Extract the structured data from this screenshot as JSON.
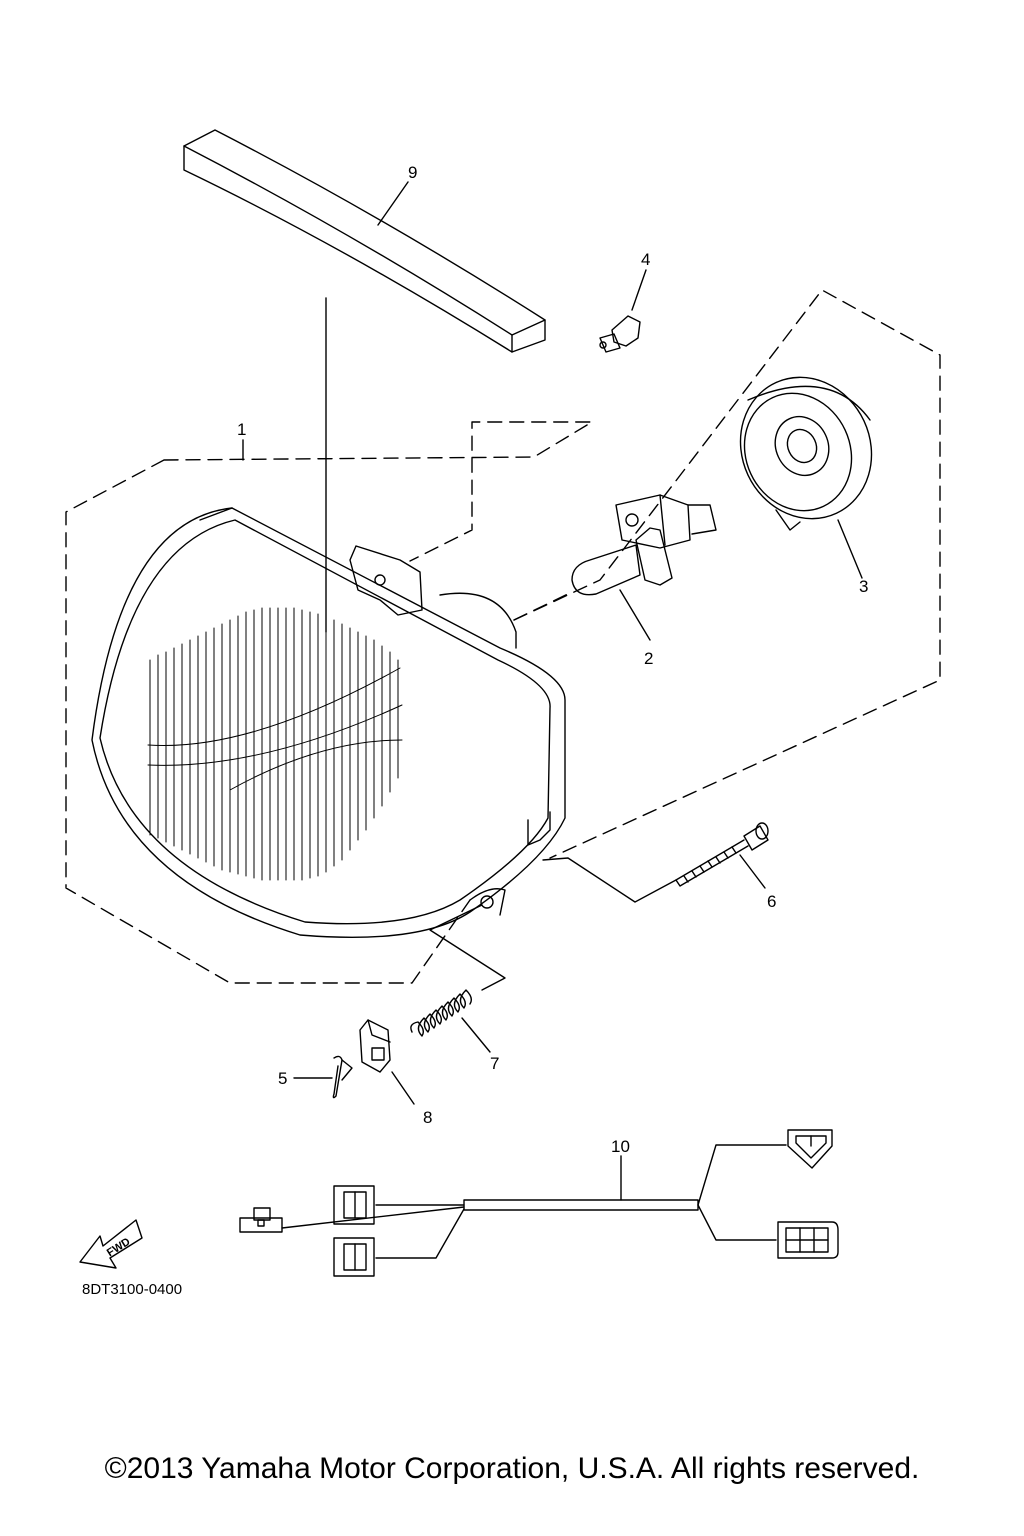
{
  "diagram": {
    "callouts": [
      {
        "id": "1",
        "label": "1"
      },
      {
        "id": "2",
        "label": "2"
      },
      {
        "id": "3",
        "label": "3"
      },
      {
        "id": "4",
        "label": "4"
      },
      {
        "id": "5",
        "label": "5"
      },
      {
        "id": "6",
        "label": "6"
      },
      {
        "id": "7",
        "label": "7"
      },
      {
        "id": "8",
        "label": "8"
      },
      {
        "id": "9",
        "label": "9"
      },
      {
        "id": "10",
        "label": "10"
      }
    ],
    "fwd_label": "FWD",
    "part_code": "8DT3100-0400"
  },
  "footer": {
    "copyright": "©2013 Yamaha Motor Corporation, U.S.A. All rights reserved."
  }
}
